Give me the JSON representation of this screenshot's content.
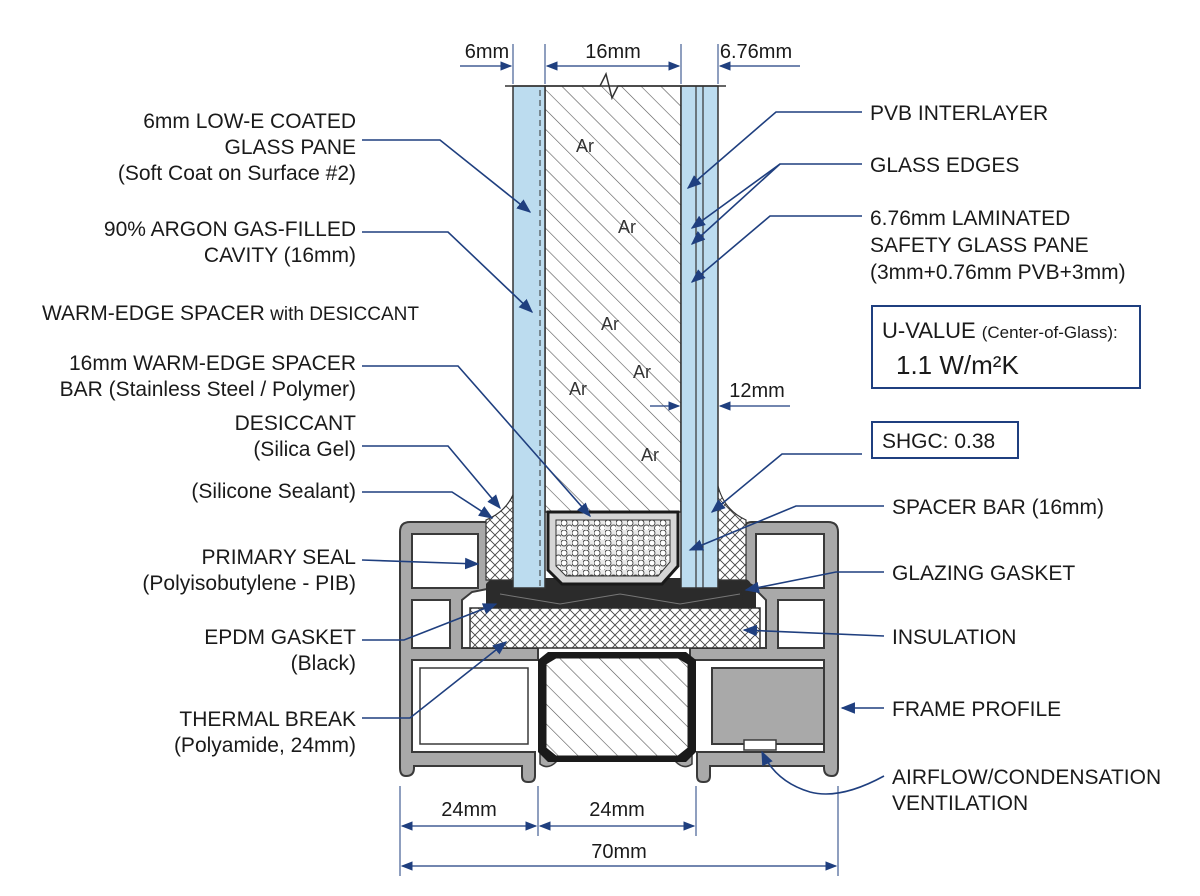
{
  "dimensions": {
    "top_left": "6mm",
    "top_mid": "16mm",
    "top_right": "6.76mm",
    "cavity_inner": "12mm",
    "bottom_left": "24mm",
    "bottom_mid": "24mm",
    "bottom_total": "70mm"
  },
  "gas_symbol": "Ar",
  "left_labels": {
    "lowe_1": "6mm LOW-E COATED",
    "lowe_2": "GLASS PANE",
    "lowe_3": "(Soft Coat on Surface #2)",
    "argon_1": "90% ARGON GAS-FILLED",
    "argon_2": "CAVITY (16mm)",
    "warm_edge_a": "WARM-EDGE SPACER",
    "warm_edge_b": " with DESICCANT",
    "spacer_bar_1": "16mm WARM-EDGE SPACER",
    "spacer_bar_2": "BAR (Stainless Steel / Polymer)",
    "desiccant_1": "DESICCANT",
    "desiccant_2": "(Silica Gel)",
    "silicone": "(Silicone Sealant)",
    "primary_1": "PRIMARY SEAL",
    "primary_2": "(Polyisobutylene - PIB)",
    "epdm_1": "EPDM GASKET",
    "epdm_2": "(Black)",
    "thermal_1": "THERMAL BREAK",
    "thermal_2": "(Polyamide, 24mm)"
  },
  "right_labels": {
    "pvb": "PVB INTERLAYER",
    "edges": "GLASS EDGES",
    "lam_1": "6.76mm LAMINATED",
    "lam_2": "SAFETY GLASS PANE",
    "lam_3": "(3mm+0.76mm PVB+3mm)",
    "spacer_bar": "SPACER BAR (16mm)",
    "gasket": "GLAZING GASKET",
    "insulation": "INSULATION",
    "frame": "FRAME PROFILE",
    "airflow_1": "AIRFLOW/CONDENSATION",
    "airflow_2": "VENTILATION"
  },
  "uvalue": {
    "label": "U-VALUE",
    "qualifier": "(Center-of-Glass):",
    "value": "1.1 W/m²K"
  },
  "shgc": "SHGC: 0.38",
  "colors": {
    "glass": "#bcdcef",
    "leader": "#1f3f7f",
    "frame": "#a9a9a9",
    "gasket": "#2b2b2b"
  }
}
